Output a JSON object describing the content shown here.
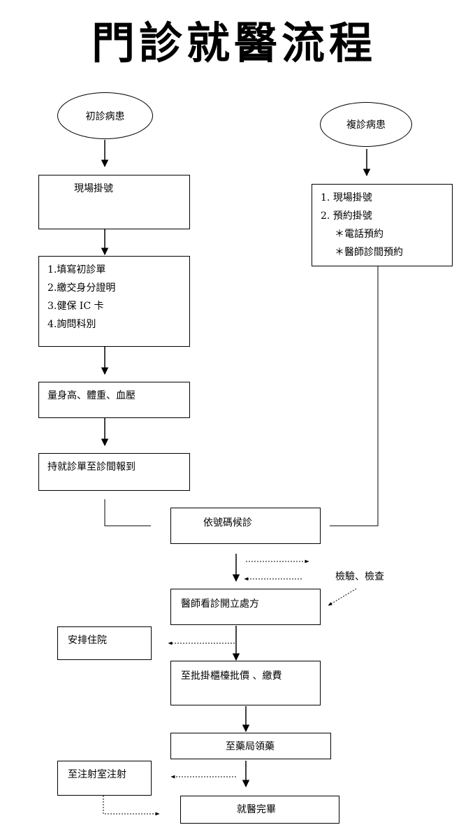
{
  "title": "門診就醫流程",
  "first_visit": {
    "label": "初診病患",
    "registration": "現場掛號",
    "steps": [
      "1.填寫初診單",
      "2.繳交身分證明",
      "3.健保 IC 卡",
      "4.詢問科別"
    ],
    "measure": "量身高、體重、血壓",
    "report": "持就診單至診間報到"
  },
  "return_visit": {
    "label": "複診病患",
    "options": [
      "1. 現場掛號",
      "2. 預約掛號",
      "＊電話預約",
      "＊醫師診間預約"
    ]
  },
  "common": {
    "wait": "依號碼候診",
    "exam": "檢驗、檢查",
    "doctor": "醫師看診開立處方",
    "admission": "安排住院",
    "billing": "至批掛櫃檯批價 、繳費",
    "pharmacy": "至藥局領藥",
    "injection": "至注射室注射",
    "done": "就醫完畢"
  }
}
